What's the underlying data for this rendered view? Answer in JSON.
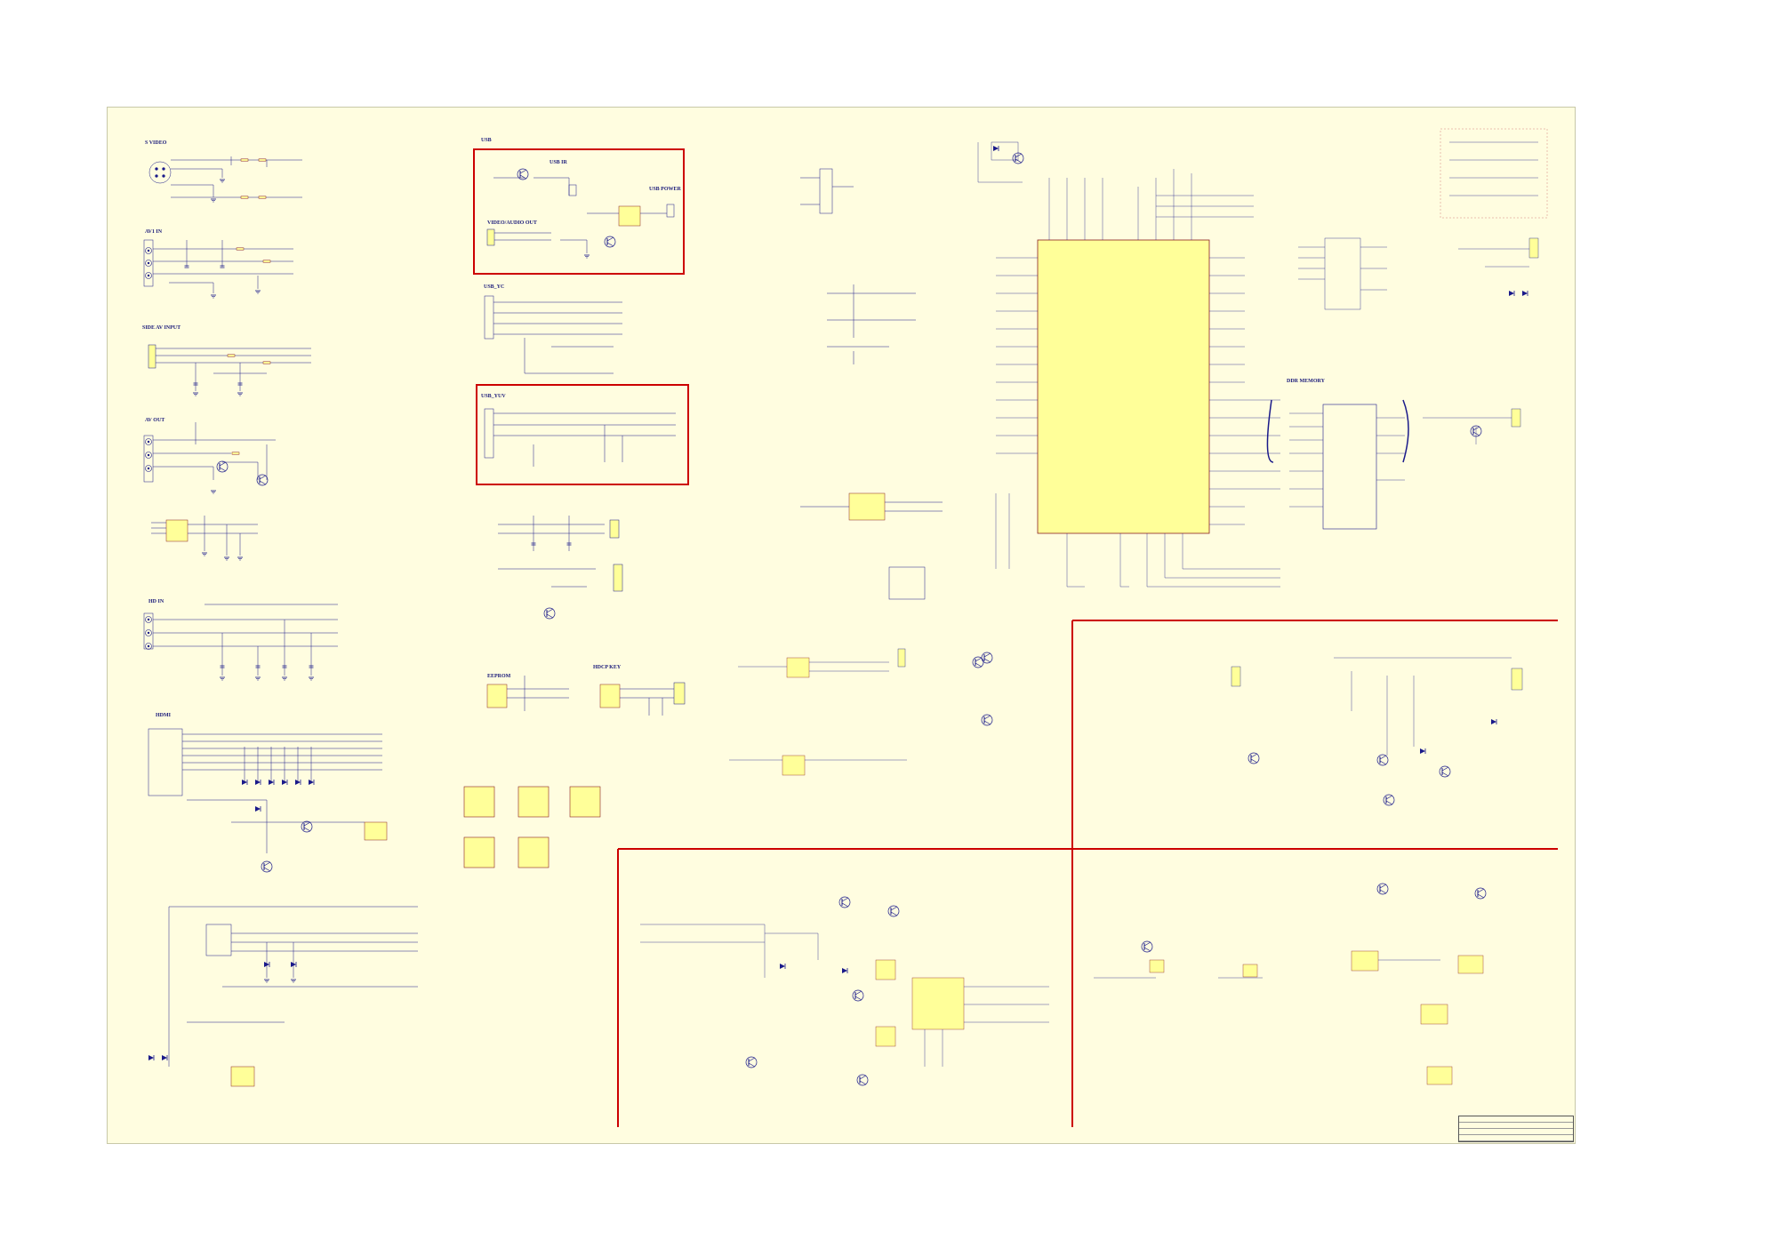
{
  "colors": {
    "sheet": "#fffde0",
    "wire": "#1a1a8a",
    "chip": "#ffff99",
    "chip_border": "#8a2020",
    "highlight": "#cc0000",
    "net_label": "#8a1a1a"
  },
  "blocks": {
    "s_video": "S VIDEO",
    "av1_in": "AV1 IN",
    "side_av_input": "SIDE AV INPUT",
    "av_out": "AV OUT",
    "hd_in": "HD IN",
    "hdmi": "HDMI",
    "usb": "USB",
    "usb_ir": "USB IR",
    "usb_power": "USB POWER",
    "video_audio_out": "VIDEO/AUDIO OUT",
    "usb_yc": "USB_YC",
    "usb_yuv": "USB_YUV",
    "eeprom": "EEPROM",
    "hdcp_key": "HDCP KEY",
    "ddr_memory": "DDR MEMORY"
  },
  "icons": [
    "connector-icon",
    "transistor-icon",
    "diode-icon",
    "ic-chip-icon",
    "ground-icon",
    "capacitor-icon",
    "resistor-icon"
  ]
}
